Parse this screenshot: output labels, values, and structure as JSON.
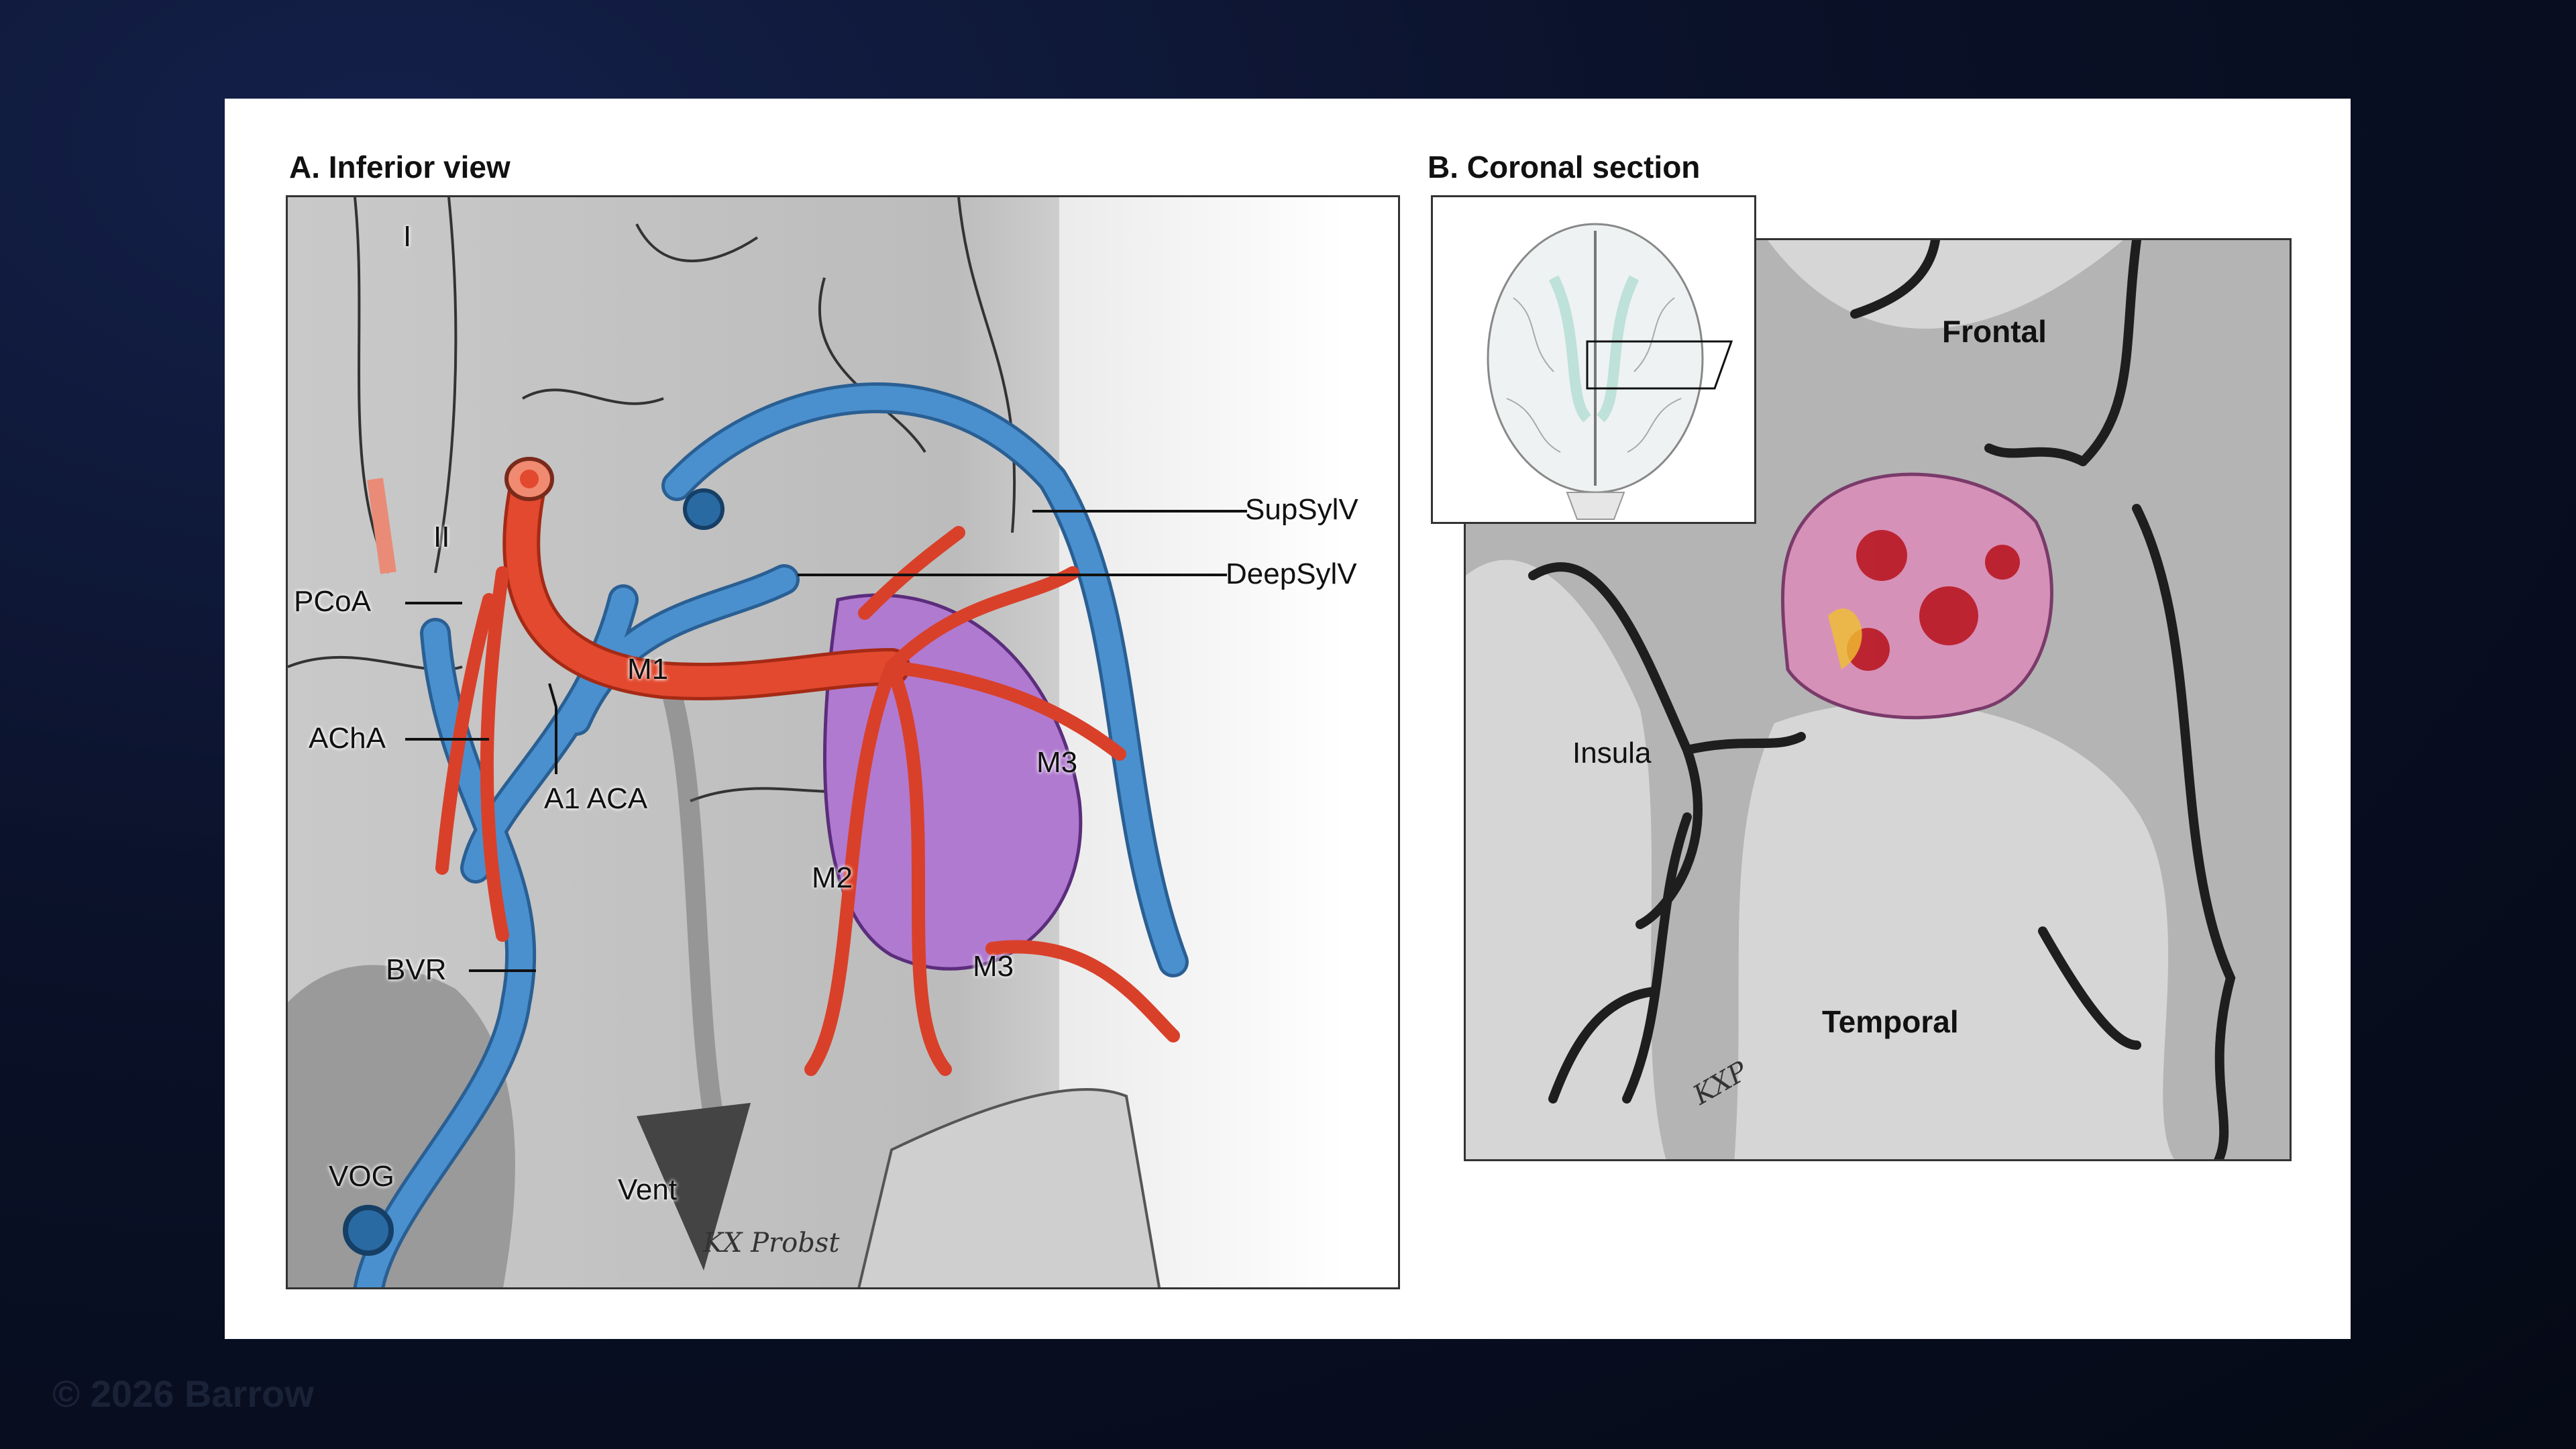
{
  "panel_a": {
    "title": "A. Inferior view",
    "labels": {
      "olfactory": "I",
      "optic": "II",
      "pcoa": "PCoA",
      "acha": "AChA",
      "a1aca": "A1 ACA",
      "m1": "M1",
      "supsylv": "SupSylV",
      "deepsylv": "DeepSylV",
      "m3_upper": "M3",
      "m2": "M2",
      "m3_lower": "M3",
      "bvr": "BVR",
      "vog": "VOG",
      "vent": "Vent"
    },
    "signature": "KX Probst"
  },
  "panel_b": {
    "title": "B. Coronal section",
    "labels": {
      "frontal": "Frontal",
      "insula": "Insula",
      "temporal": "Temporal"
    },
    "signature": "KXP"
  },
  "watermark": "© 2026 Barrow",
  "colors": {
    "artery": "#e2492f",
    "vein": "#4a90cf",
    "avm": "#b07ad0",
    "background": "#0a1128"
  }
}
